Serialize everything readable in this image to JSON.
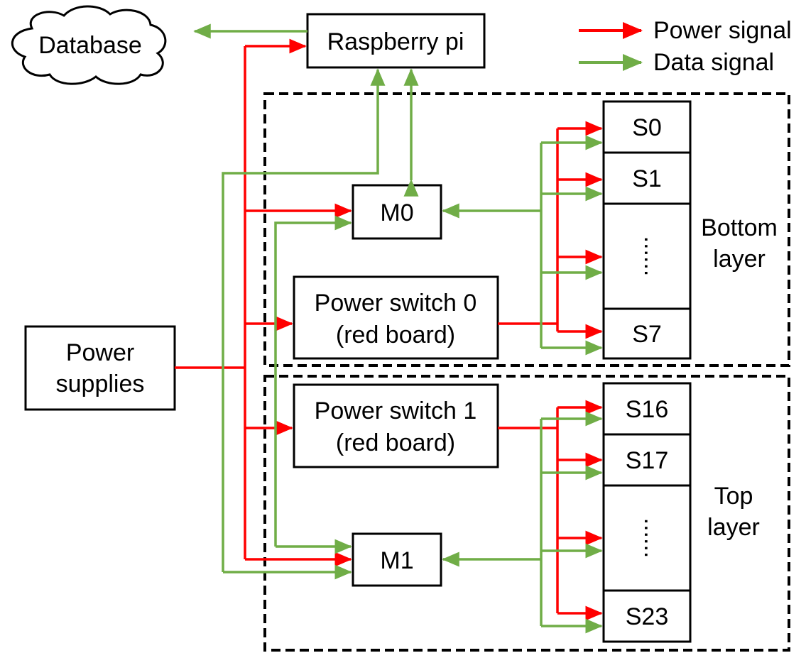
{
  "colors": {
    "power": "#ff0000",
    "data": "#70ad47",
    "stroke": "#000000"
  },
  "legend": {
    "power_label": "Power signal",
    "data_label": "Data signal"
  },
  "nodes": {
    "database": "Database",
    "raspberry_pi": "Raspberry pi",
    "power_supplies": [
      "Power",
      "supplies"
    ],
    "m0": "M0",
    "m1": "M1",
    "power_switch_0": [
      "Power switch 0",
      "(red board)"
    ],
    "power_switch_1": [
      "Power switch 1",
      "(red board)"
    ]
  },
  "bottom_layer": {
    "label": [
      "Bottom",
      "layer"
    ],
    "sensors": [
      "S0",
      "S1",
      "S7"
    ]
  },
  "top_layer": {
    "label": [
      "Top",
      "layer"
    ],
    "sensors": [
      "S16",
      "S17",
      "S23"
    ]
  },
  "ellipsis": "......"
}
